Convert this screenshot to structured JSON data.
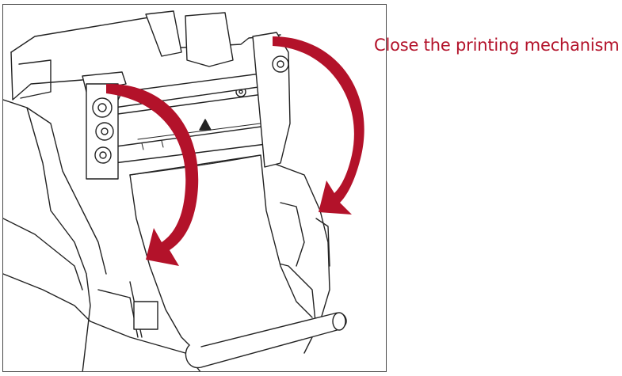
{
  "caption": {
    "text": "Close the printing mechanism"
  },
  "colors": {
    "arrow": "#b3122a",
    "caption": "#b3122a",
    "line": "#222222",
    "frame": "#4a4a4a"
  },
  "illustration": {
    "subject": "label-printer-open-mechanism",
    "arrows": [
      "left-arrow-down",
      "right-arrow-down"
    ]
  }
}
